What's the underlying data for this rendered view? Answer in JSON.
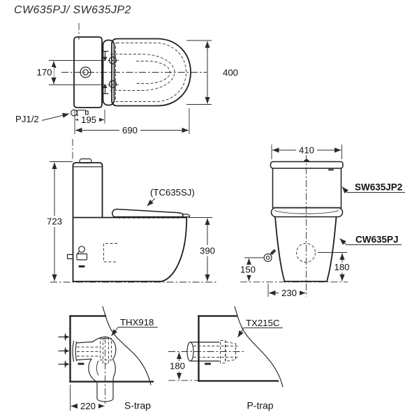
{
  "title": "CW635PJ/ SW635JP2",
  "colors": {
    "background": "#ffffff",
    "line": "#1f1f1f",
    "dimension_line": "#2e2e2e",
    "text": "#111111"
  },
  "top_view": {
    "dim_hinge_span": "170",
    "dim_overall_width": "400",
    "dim_tank_depth": "195",
    "dim_overall_length": "690",
    "label_water_inlet": "PJ1/2"
  },
  "side_view": {
    "dim_overall_height": "723",
    "dim_rim_height": "390",
    "label_seat_model": "(TC635SJ)"
  },
  "front_view": {
    "dim_tank_width": "410",
    "label_tank_model": "SW635JP2",
    "label_bowl_model": "CW635PJ",
    "dim_supply_height": "150",
    "dim_outlet_height": "180",
    "dim_supply_offset": "230"
  },
  "s_trap": {
    "label_fitting_model": "THX918",
    "dim_outlet_setout": "220",
    "caption": "S-trap"
  },
  "p_trap": {
    "label_fitting_model": "TX215C",
    "dim_outlet_height": "180",
    "caption": "P-trap"
  }
}
